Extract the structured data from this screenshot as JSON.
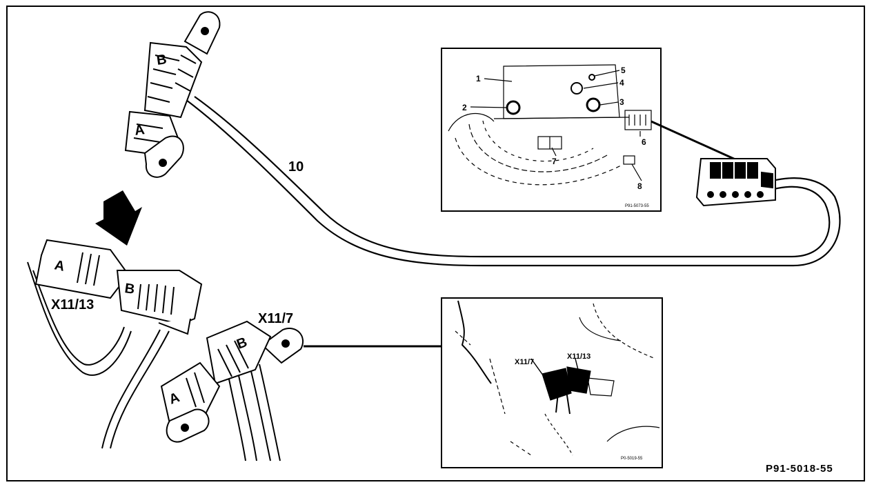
{
  "figure": {
    "code": "P91-5018-55",
    "cable_label": "10",
    "connector_a": "A",
    "connector_b": "B",
    "connector_x11_13": "X11/13",
    "connector_x11_7": "X11/7"
  },
  "inset_top": {
    "callouts": [
      "1",
      "2",
      "3",
      "4",
      "5",
      "6",
      "7",
      "8"
    ],
    "code": "P91-5073-55"
  },
  "inset_bottom": {
    "label_x11_7": "X11/7",
    "label_x11_13": "X11/13",
    "code": "P0-5019-55"
  },
  "colors": {
    "ink": "#000000",
    "paper": "#ffffff"
  }
}
